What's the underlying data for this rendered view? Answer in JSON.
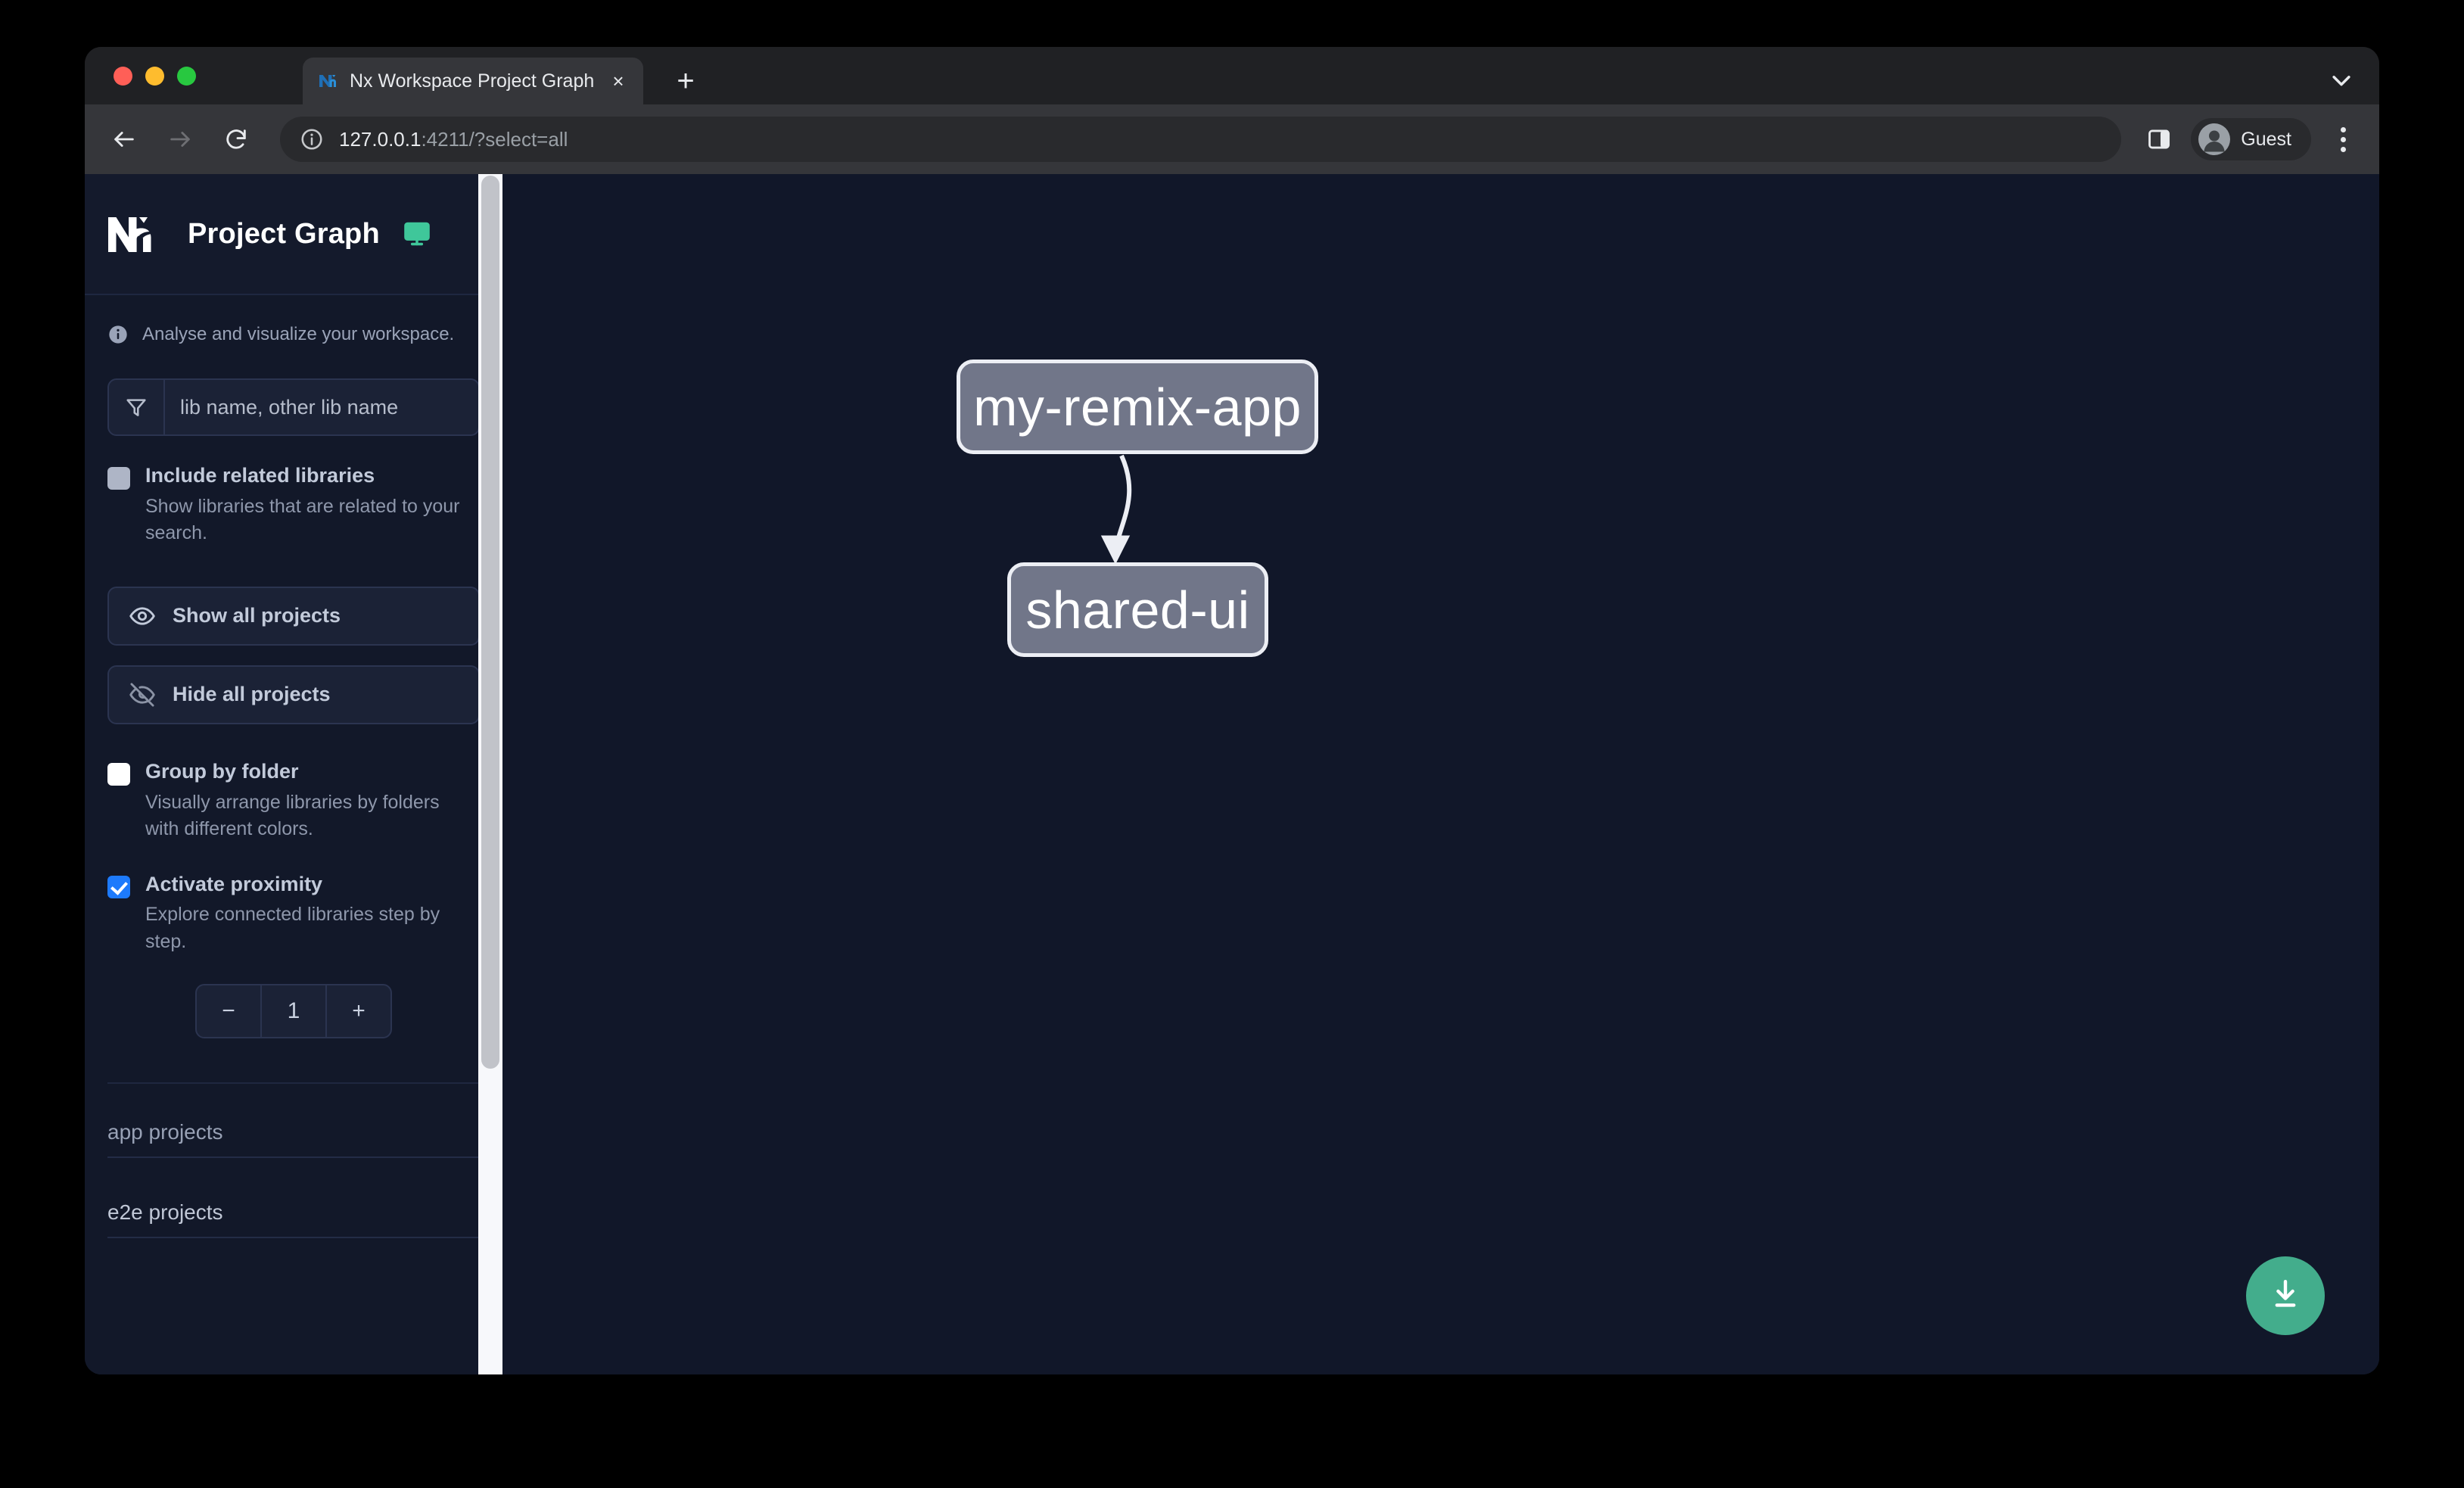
{
  "browser": {
    "tab": {
      "title": "Nx Workspace Project Graph",
      "favicon_name": "nx-favicon",
      "close_label": "×"
    },
    "new_tab_label": "+",
    "toolbar": {
      "back_label": "←",
      "forward_label": "→",
      "reload_label": "↻",
      "url_host": "127.0.0.1",
      "url_rest": ":4211/?select=all",
      "profile_name": "Guest"
    }
  },
  "sidebar": {
    "app_title": "Project Graph",
    "tagline": "Analyse and visualize your workspace.",
    "filter": {
      "placeholder": "lib name, other lib name",
      "value": ""
    },
    "options": [
      {
        "label": "Include related libraries",
        "description": "Show libraries that are related to your search.",
        "state": "filled"
      },
      {
        "label": "Group by folder",
        "description": "Visually arrange libraries by folders with different colors.",
        "state": "empty"
      },
      {
        "label": "Activate proximity",
        "description": "Explore connected libraries step by step.",
        "state": "checked"
      }
    ],
    "buttons": [
      {
        "label": "Show all projects",
        "icon": "eye-icon"
      },
      {
        "label": "Hide all projects",
        "icon": "eye-slash-icon"
      }
    ],
    "stepper": {
      "decrement_label": "−",
      "value": "1",
      "increment_label": "+"
    },
    "sections": [
      {
        "title": "app projects"
      },
      {
        "title": "e2e projects"
      }
    ]
  },
  "graph": {
    "nodes": [
      {
        "id": "my-remix-app",
        "label": "my-remix-app"
      },
      {
        "id": "shared-ui",
        "label": "shared-ui"
      }
    ],
    "edges": [
      {
        "from": "my-remix-app",
        "to": "shared-ui"
      }
    ],
    "download_button": {
      "name": "download-image-button",
      "icon": "download-icon"
    }
  },
  "colors": {
    "accent_green": "#43ad8c",
    "checkbox_blue": "#1d7afc",
    "node_fill": "#717689",
    "node_border": "#eceef4",
    "canvas_bg": "#111729",
    "sidebar_bg": "#121829"
  }
}
